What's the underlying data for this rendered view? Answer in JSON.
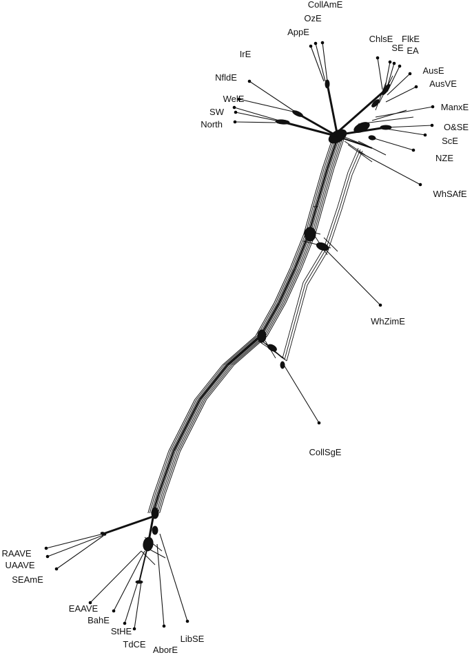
{
  "diagram": {
    "type": "phylogenetic-network",
    "line_color": "#111111",
    "background": "#ffffff",
    "taxa": [
      {
        "id": "collame",
        "label": "CollAmE"
      },
      {
        "id": "oze",
        "label": "OzE"
      },
      {
        "id": "appe",
        "label": "AppE"
      },
      {
        "id": "ire",
        "label": "IrE"
      },
      {
        "id": "nflde",
        "label": "NfldE"
      },
      {
        "id": "wele",
        "label": "WelE"
      },
      {
        "id": "sw",
        "label": "SW"
      },
      {
        "id": "north",
        "label": "North"
      },
      {
        "id": "chlse",
        "label": "ChlsE"
      },
      {
        "id": "flke",
        "label": "FlkE"
      },
      {
        "id": "se",
        "label": "SE"
      },
      {
        "id": "ea",
        "label": "EA"
      },
      {
        "id": "ause",
        "label": "AusE"
      },
      {
        "id": "ausve",
        "label": "AusVE"
      },
      {
        "id": "manxe",
        "label": "ManxE"
      },
      {
        "id": "ose",
        "label": "O&SE"
      },
      {
        "id": "sce",
        "label": "ScE"
      },
      {
        "id": "nze",
        "label": "NZE"
      },
      {
        "id": "whsafe",
        "label": "WhSAfE"
      },
      {
        "id": "whzime",
        "label": "WhZimE"
      },
      {
        "id": "collsge",
        "label": "CollSgE"
      },
      {
        "id": "raave",
        "label": "RAAVE"
      },
      {
        "id": "uaave",
        "label": "UAAVE"
      },
      {
        "id": "seame",
        "label": "SEAmE"
      },
      {
        "id": "eaave",
        "label": "EAAVE"
      },
      {
        "id": "bahe",
        "label": "BahE"
      },
      {
        "id": "sthe",
        "label": "StHE"
      },
      {
        "id": "tdce",
        "label": "TdCE"
      },
      {
        "id": "abore",
        "label": "AborE"
      },
      {
        "id": "libse",
        "label": "LibSE"
      }
    ]
  }
}
